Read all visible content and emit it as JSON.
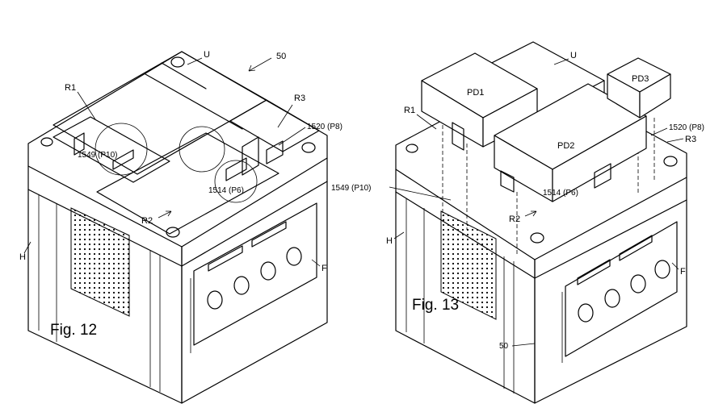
{
  "figures": [
    {
      "caption": "Fig. 12",
      "labels": {
        "ref": "50",
        "u": "U",
        "r1": "R1",
        "r2": "R2",
        "r3": "R3",
        "p10": "1549 (P10)",
        "p6": "1514 (P6)",
        "p8": "1520 (P8)",
        "h": "H",
        "f": "F"
      }
    },
    {
      "caption": "Fig. 13",
      "labels": {
        "u": "U",
        "pd1": "PD1",
        "pd2": "PD2",
        "pd3": "PD3",
        "r1": "R1",
        "r2": "R2",
        "r3": "R3",
        "p10": "1549 (P10)",
        "p6": "1514 (P6)",
        "p8": "1520 (P8)",
        "h": "H",
        "f": "F",
        "ref": "50"
      }
    }
  ]
}
